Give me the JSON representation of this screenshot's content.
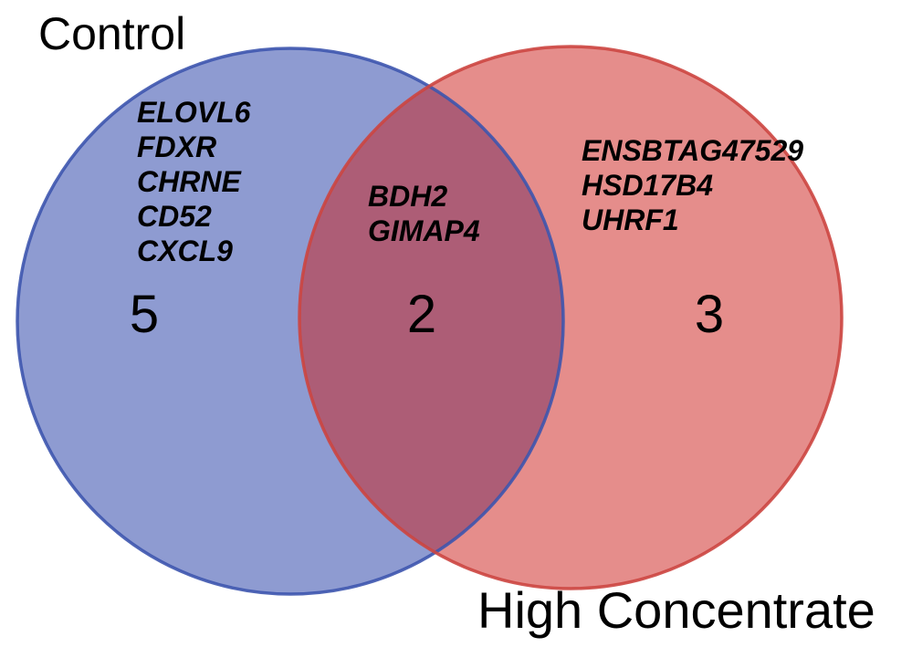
{
  "diagram": {
    "type": "venn",
    "description": "Two-set Venn diagram of differentially expressed genes"
  },
  "sets": {
    "left": {
      "label": "Control",
      "count": "5",
      "genes": [
        "ELOVL6",
        "FDXR",
        "CHRNE",
        "CD52",
        "CXCL9"
      ]
    },
    "overlap": {
      "count": "2",
      "genes": [
        "BDH2",
        "GIMAP4"
      ]
    },
    "right": {
      "label": "High Concentrate",
      "count": "3",
      "genes": [
        "ENSBTAG47529",
        "HSD17B4",
        "UHRF1"
      ]
    }
  },
  "colors": {
    "control_fill": "#8e9bd1",
    "control_border": "#3d55ae",
    "high_concentrate_fill": "#e58d8b",
    "high_concentrate_border": "#cc4540",
    "overlap_fill": "#ad5d76",
    "text": "#000000",
    "background": "#ffffff"
  }
}
